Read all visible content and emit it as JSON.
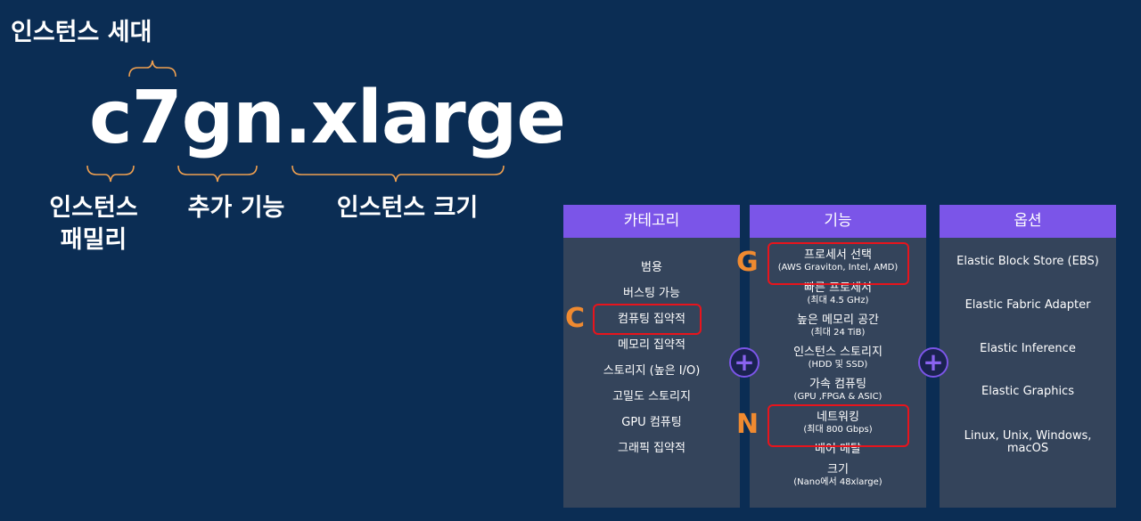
{
  "generation_label": "인스턴스 세대",
  "instance_name": "c7gn.xlarge",
  "family_label_line1": "인스턴스",
  "family_label_line2": "패밀리",
  "feature_label": "추가 기능",
  "size_label": "인스턴스 크기",
  "columns": {
    "category": {
      "header": "카테고리",
      "items": [
        "범용",
        "버스팅 가능",
        "컴퓨팅 집약적",
        "메모리 집약적",
        "스토리지 (높은 I/O)",
        "고밀도 스토리지",
        "GPU 컴퓨팅",
        "그래픽 집약적"
      ]
    },
    "feature": {
      "header": "기능",
      "items": [
        {
          "main": "프로세서 선택",
          "sub": "(AWS Graviton, Intel, AMD)"
        },
        {
          "main": "빠른 프로세서",
          "sub": "(최대 4.5 GHz)"
        },
        {
          "main": "높은 메모리 공간",
          "sub": "(최대 24 TiB)"
        },
        {
          "main": "인스턴스 스토리지",
          "sub": "(HDD 및 SSD)"
        },
        {
          "main": "가속 컴퓨팅",
          "sub": "(GPU ,FPGA & ASIC)"
        },
        {
          "main": "네트워킹",
          "sub": "(최대 800 Gbps)"
        },
        {
          "main": "베어 메탈",
          "sub": ""
        },
        {
          "main": "크기",
          "sub": "(Nano에서 48xlarge)"
        }
      ]
    },
    "option": {
      "header": "옵션",
      "items": [
        "Elastic Block Store (EBS)",
        "Elastic Fabric Adapter",
        "Elastic Inference",
        "Elastic Graphics",
        "Linux, Unix, Windows,",
        "macOS"
      ]
    }
  },
  "letters": {
    "c": "C",
    "g": "G",
    "n": "N"
  },
  "plus_symbol": "+",
  "colors": {
    "background": "#0b2d54",
    "header": "#7b55e8",
    "panel": "#34445b",
    "highlight": "#e8141c",
    "letter": "#f08a30",
    "brace": "#f0a050"
  }
}
